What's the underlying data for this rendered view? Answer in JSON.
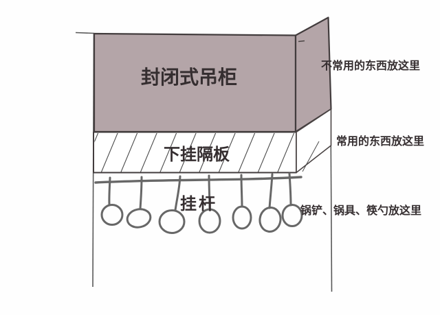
{
  "diagram": {
    "cabinet": {
      "label": "封闭式吊柜"
    },
    "shelf": {
      "label": "下挂隔板"
    },
    "rod": {
      "label": "挂杆",
      "hook_count": 7
    },
    "annotations": [
      {
        "text": "不常用的东西放这里"
      },
      {
        "text": "常用的东西放这里"
      },
      {
        "text": "锅铲、锅具、筷勺放这里"
      }
    ],
    "colors": {
      "cabinet_fill": "#b4a5a8",
      "outline": "#423c3d",
      "thin_line": "#585858",
      "sketch": "#676767",
      "hatch": "#4a4a4a",
      "text_dark": "#352e30",
      "background": "#fefefe"
    }
  }
}
